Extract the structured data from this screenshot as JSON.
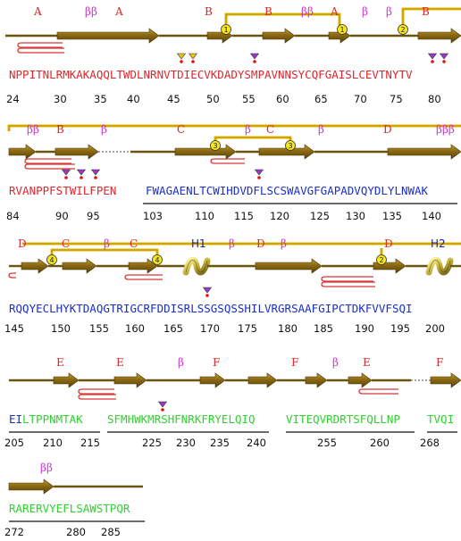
{
  "colors": {
    "strand": "#8b6914",
    "bond": "#e6b800",
    "seq_red": "#e0262b",
    "seq_blue": "#1a2fc8",
    "seq_green": "#2fd22f",
    "beta_label": "#cc33cc",
    "hairpin": "#d93636",
    "glyco": "#9b38c9"
  },
  "rows": [
    {
      "sequence": [
        {
          "text": "NPPITNLRMKAKAQQLTWDLNRNVTDIECVKDADYSMPAVNNSYCQFGAISLCEVTNYTV",
          "color": "seq_red"
        }
      ],
      "numbers": [
        "24",
        "30",
        "35",
        "40",
        "45",
        "50",
        "55",
        "60",
        "65",
        "70",
        "75",
        "80"
      ],
      "labels": [
        "A",
        "ββ",
        "A",
        "B",
        "B",
        "ββ",
        "A",
        "β",
        "β",
        "B"
      ],
      "bond_labels": [
        "1",
        "1",
        "2"
      ]
    },
    {
      "sequence": [
        {
          "text": "RVANPPFSTWILFPEN",
          "color": "seq_red"
        },
        {
          "text": "FWAGAENLTCWIHDVDFLSCSWAVGFGAPADVQYDLYLNWAK",
          "color": "seq_blue"
        }
      ],
      "numbers": [
        "84",
        "90",
        "95",
        "103",
        "110",
        "115",
        "120",
        "125",
        "130",
        "135",
        "140"
      ],
      "labels": [
        "ββ",
        "B",
        "β",
        "C",
        "β",
        "C",
        "β",
        "D",
        "βββ"
      ],
      "bond_labels": [
        "3",
        "3"
      ]
    },
    {
      "sequence": [
        {
          "text": "RQQYECLHYKTDAQGTRIGCRFDDISRLSSGSQSSHILVRGRSAAFGIPCTDKFVVFSQI",
          "color": "seq_blue"
        }
      ],
      "numbers": [
        "145",
        "150",
        "155",
        "160",
        "165",
        "170",
        "175",
        "180",
        "185",
        "190",
        "195",
        "200"
      ],
      "labels": [
        "D",
        "C",
        "β",
        "C",
        "H1",
        "D",
        "β",
        "β",
        "D",
        "H2"
      ],
      "bond_labels": [
        "4",
        "4",
        "2"
      ]
    },
    {
      "sequence": [
        {
          "text": "EI",
          "color": "seq_blue"
        },
        {
          "text": "LTPPNMTAK",
          "color": "seq_green"
        },
        {
          "text": "SFMHWKMRSHFNRKFRYELQIQ",
          "color": "seq_green"
        },
        {
          "text": "VITEQVRDRTSFQLLNP",
          "color": "seq_green"
        },
        {
          "text": "TVQI",
          "color": "seq_green"
        }
      ],
      "numbers": [
        "205",
        "210",
        "215",
        "225",
        "230",
        "235",
        "240",
        "255",
        "260",
        "268"
      ],
      "labels": [
        "E",
        "E",
        "β",
        "F",
        "F",
        "β",
        "E",
        "F"
      ]
    },
    {
      "sequence": [
        {
          "text": "RARERVYEFLSAWSTPQR",
          "color": "seq_green"
        }
      ],
      "numbers": [
        "272",
        "280",
        "285"
      ],
      "labels": [
        "ββ"
      ]
    }
  ]
}
